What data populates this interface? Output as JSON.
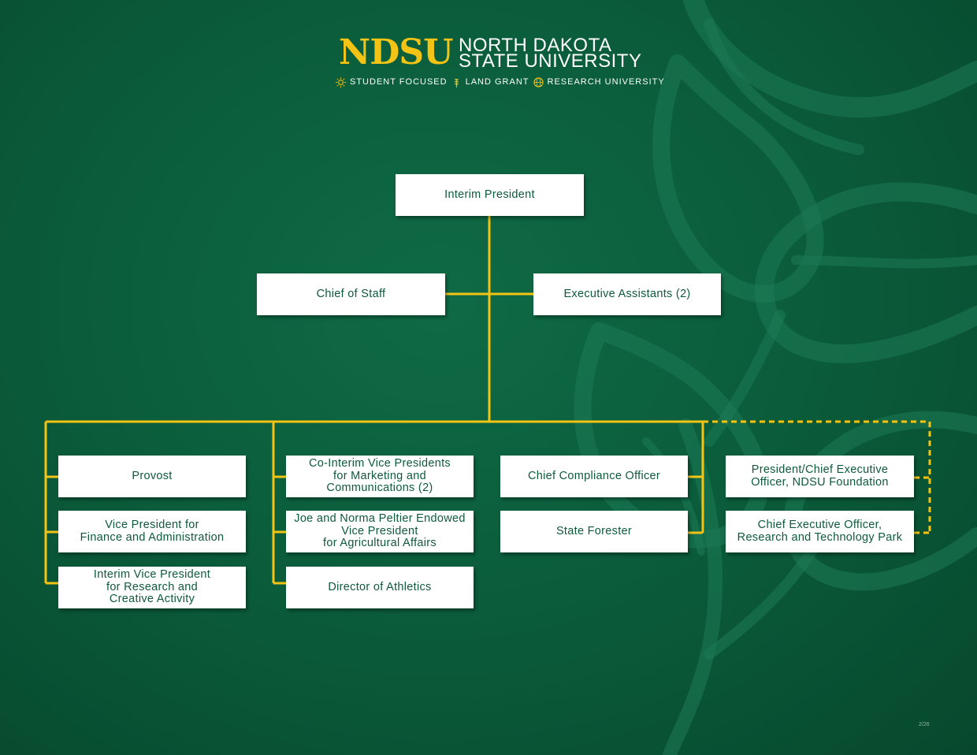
{
  "header": {
    "logo_text": "NDSU",
    "university_line1": "NORTH DAKOTA",
    "university_line2": "STATE UNIVERSITY",
    "taglines": [
      "STUDENT FOCUSED",
      "LAND GRANT",
      "RESEARCH UNIVERSITY"
    ]
  },
  "org": {
    "president": "Interim President",
    "chief_of_staff": "Chief of Staff",
    "executive_assistants": "Executive Assistants (2)",
    "col1": [
      "Provost",
      "Vice President for\nFinance and Administration",
      "Interim Vice President\nfor Research and\nCreative Activity"
    ],
    "col2": [
      "Co-Interim Vice Presidents\nfor Marketing and\nCommunications (2)",
      "Joe and Norma Peltier Endowed\nVice President\nfor Agricultural Affairs",
      "Director of Athletics"
    ],
    "col3": [
      "Chief Compliance Officer",
      "State Forester"
    ],
    "col4": [
      "President/Chief Executive\nOfficer, NDSU Foundation",
      "Chief Executive Officer,\nResearch and Technology Park"
    ]
  },
  "page_number": "2/26",
  "colors": {
    "background": "#0a5a39",
    "accent_gold": "#f3c316",
    "box_text": "#0e5a3a",
    "box_fill": "#ffffff"
  }
}
